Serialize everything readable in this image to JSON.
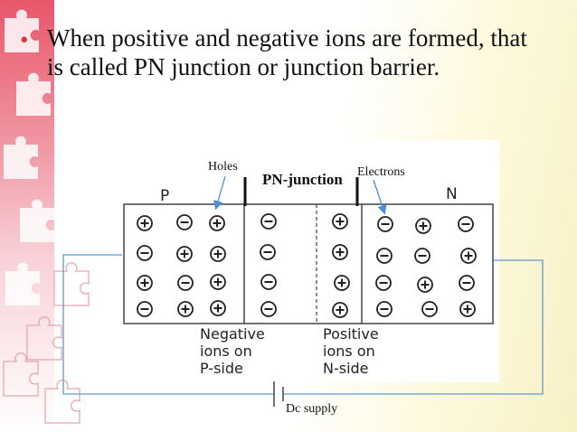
{
  "slide": {
    "bullet": "•",
    "text_line1": "When positive and negative ions are formed, that",
    "text_line2": "is called PN junction or junction barrier."
  },
  "diagram": {
    "label_holes": "Holes",
    "label_electrons": "Electrons",
    "label_p": "P",
    "label_n": "N",
    "title": "PN-junction",
    "neg_ions_line1": "Negative",
    "neg_ions_line2": "ions on",
    "neg_ions_line3": "P-side",
    "pos_ions_line1": "Positive",
    "pos_ions_line2": "ions on",
    "pos_ions_line3": "N-side",
    "supply_label": "Dc supply",
    "colors": {
      "outline": "#222222",
      "wire": "#5b9bd5",
      "arrow": "#4a90d9",
      "panel": "#ffffff"
    }
  }
}
